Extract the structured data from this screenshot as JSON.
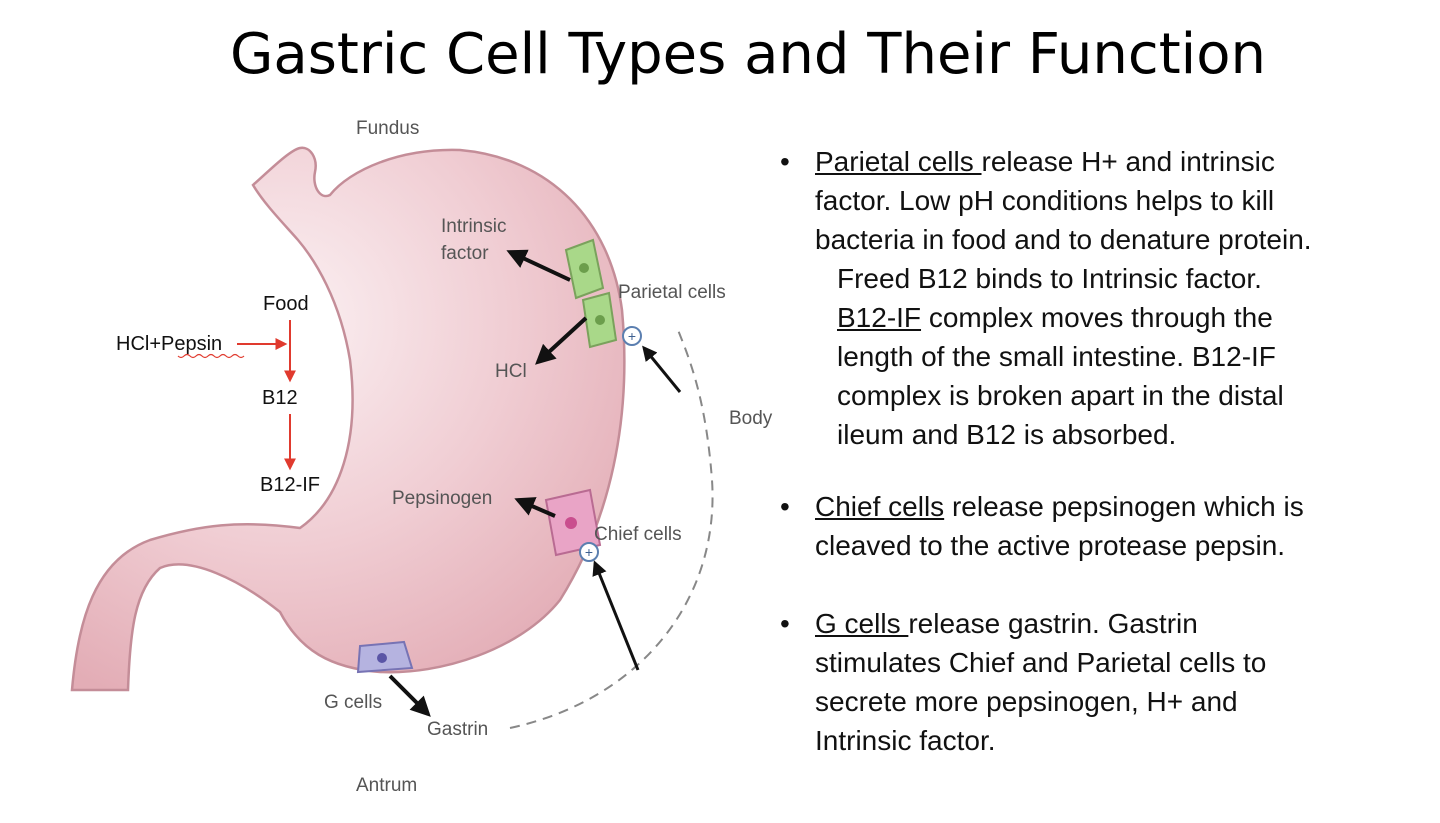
{
  "title": "Gastric Cell Types and Their Function",
  "diagram": {
    "regions": {
      "fundus": "Fundus",
      "body": "Body",
      "antrum": "Antrum"
    },
    "cells": {
      "parietal": "Parietal cells",
      "chief": "Chief cells",
      "g": "G cells"
    },
    "secretions": {
      "intrinsic_factor_line1": "Intrinsic",
      "intrinsic_factor_line2": "factor",
      "hcl": "HCl",
      "pepsinogen": "Pepsinogen",
      "gastrin": "Gastrin"
    },
    "pathway": {
      "food": "Food",
      "hcl_pepsin": "HCl+Pepsin",
      "b12": "B12",
      "b12_if": "B12-IF"
    },
    "colors": {
      "stomach_fill": "#f0cdd3",
      "stomach_stroke": "#c48d98",
      "parietal_cell": "#a9d889",
      "chief_cell": "#e9a4c6",
      "g_cell": "#b5b3e0",
      "pathway_arrow": "#e03a2e"
    }
  },
  "bullets": [
    {
      "term": "Parietal cells ",
      "lines": [
        "release H+ and intrinsic",
        "factor. Low pH conditions helps to kill",
        "bacteria in food and to denature protein."
      ],
      "sub_lines": [
        "Freed B12 binds to Intrinsic factor.",
        "complex moves through the",
        "length of the small intestine. B12-IF",
        "complex is broken apart in the distal",
        "ileum and B12 is absorbed."
      ],
      "sub_term": "B12-IF"
    },
    {
      "term": "Chief cells",
      "lines": [
        " release pepsinogen which is",
        "cleaved to the active protease pepsin."
      ]
    },
    {
      "term": "G cells ",
      "lines": [
        "release gastrin. Gastrin",
        "stimulates Chief and Parietal cells to",
        "secrete more pepsinogen, H+ and",
        "Intrinsic factor."
      ]
    }
  ]
}
